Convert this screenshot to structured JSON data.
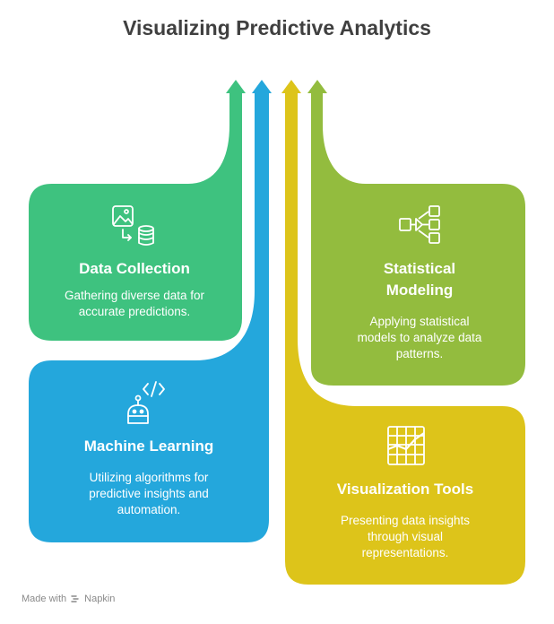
{
  "title": "Visualizing Predictive Analytics",
  "colors": {
    "green": "#3EC27F",
    "blue": "#24A7DC",
    "olive": "#93BC3E",
    "yellow": "#DDC41A"
  },
  "cards": [
    {
      "id": "data-collection",
      "title": "Data Collection",
      "description": "Gathering diverse data for accurate predictions.",
      "icon": "data-transfer-icon"
    },
    {
      "id": "statistical-modeling",
      "title": "Statistical Modeling",
      "description": "Applying statistical models to analyze data patterns.",
      "icon": "hierarchy-icon"
    },
    {
      "id": "machine-learning",
      "title": "Machine Learning",
      "description": "Utilizing algorithms for predictive insights and automation.",
      "icon": "robot-code-icon"
    },
    {
      "id": "visualization-tools",
      "title": "Visualization Tools",
      "description": "Presenting data insights through visual representations.",
      "icon": "chart-grid-icon"
    }
  ],
  "footer": {
    "text": "Made with",
    "brand": "Napkin"
  }
}
